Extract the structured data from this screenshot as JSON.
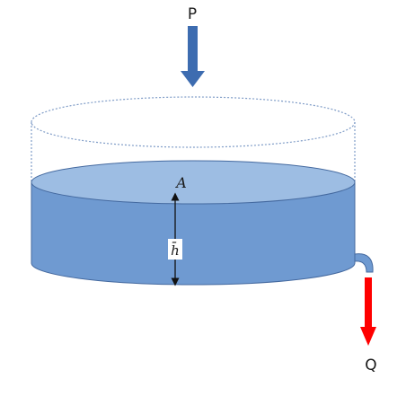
{
  "labels": {
    "inflow": "P",
    "outflow": "Q",
    "area": "A",
    "height": "h̄"
  },
  "colors": {
    "liquid_body": "#6f9ad1",
    "liquid_surface": "#9dbde3",
    "liquid_outline": "#44699f",
    "tank_outline": "#7f9cc7",
    "inflow_arrow": "#3d6cb0",
    "outflow_arrow": "#ff0000",
    "outlet_pipe": "#6f9ad1"
  },
  "icons": {
    "inflow": "down-arrow-icon",
    "outflow": "down-arrow-icon",
    "height_marker": "double-headed-arrow-icon"
  }
}
